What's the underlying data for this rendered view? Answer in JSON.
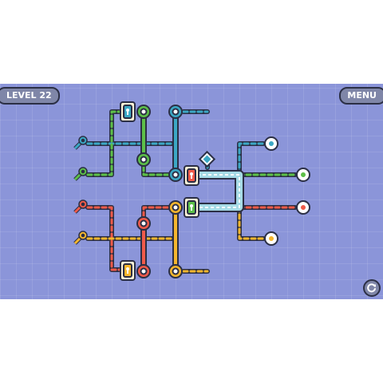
{
  "header": {
    "level_label": "LEVEL 22",
    "menu_label": "MENU"
  },
  "restart_icon": "restart-icon",
  "colors": {
    "background": "#8b95d9",
    "blue": "#3ba7c4",
    "green": "#5cbf48",
    "red": "#ef5a49",
    "yellow": "#f5b62d",
    "outline": "#2b2f45",
    "track_fill": "#a6dbe6",
    "path_white": "#ffffff"
  },
  "keys": [
    "blue",
    "green",
    "red",
    "yellow"
  ],
  "padlocks": [
    "blue",
    "red",
    "green",
    "yellow"
  ],
  "goals": [
    "blue",
    "green",
    "red",
    "yellow"
  ]
}
